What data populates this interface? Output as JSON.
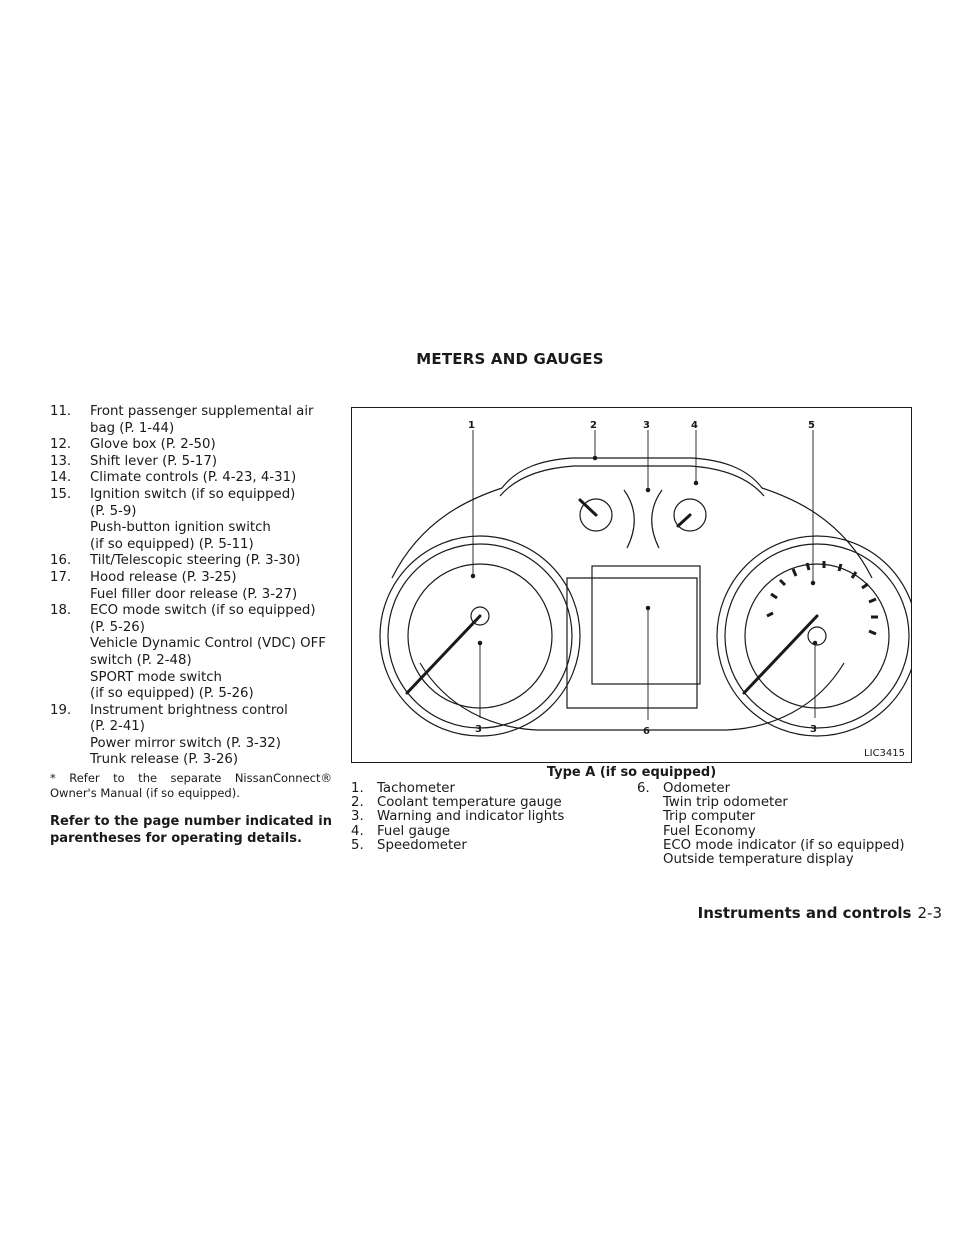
{
  "section_title": "METERS AND GAUGES",
  "items": [
    {
      "num": "11.",
      "lines": [
        "Front passenger supplemental air",
        "bag (P. 1-44)"
      ]
    },
    {
      "num": "12.",
      "lines": [
        "Glove box (P. 2-50)"
      ]
    },
    {
      "num": "13.",
      "lines": [
        "Shift lever (P. 5-17)"
      ]
    },
    {
      "num": "14.",
      "lines": [
        "Climate controls (P. 4-23, 4-31)"
      ]
    },
    {
      "num": "15.",
      "lines": [
        "Ignition switch (if so equipped)",
        "(P. 5-9)",
        "Push-button ignition switch",
        "(if so equipped) (P. 5-11)"
      ]
    },
    {
      "num": "16.",
      "lines": [
        "Tilt/Telescopic steering (P. 3-30)"
      ]
    },
    {
      "num": "17.",
      "lines": [
        "Hood release (P. 3-25)",
        "Fuel filler door release (P. 3-27)"
      ]
    },
    {
      "num": "18.",
      "lines": [
        "ECO mode switch (if so equipped)",
        "(P. 5-26)",
        "Vehicle Dynamic Control (VDC) OFF",
        "switch (P. 2-48)",
        "SPORT mode switch",
        "(if so equipped) (P. 5-26)"
      ]
    },
    {
      "num": "19.",
      "lines": [
        "Instrument brightness control",
        "(P. 2-41)",
        "Power mirror switch (P. 3-32)",
        "Trunk release (P. 3-26)"
      ]
    }
  ],
  "footnote": "* Refer to the separate NissanConnect® Owner's Manual (if so equipped).",
  "note": "Refer to the page number indicated in parentheses for operating details.",
  "figure": {
    "code": "LIC3415",
    "caption": "Type A (if so equipped)",
    "callouts": [
      "1",
      "2",
      "3",
      "4",
      "5",
      "3",
      "6",
      "3"
    ]
  },
  "legend_left": [
    {
      "num": "1.",
      "text": "Tachometer"
    },
    {
      "num": "2.",
      "text": "Coolant temperature gauge"
    },
    {
      "num": "3.",
      "text": "Warning and indicator lights"
    },
    {
      "num": "4.",
      "text": "Fuel gauge"
    },
    {
      "num": "5.",
      "text": "Speedometer"
    }
  ],
  "legend_right": {
    "num": "6.",
    "text": "Odometer",
    "sub": [
      "Twin trip odometer",
      "Trip computer",
      "Fuel Economy",
      "ECO mode indicator (if so equipped)",
      "Outside temperature display"
    ]
  },
  "footer": {
    "section": "Instruments and controls",
    "page": "2-3"
  }
}
